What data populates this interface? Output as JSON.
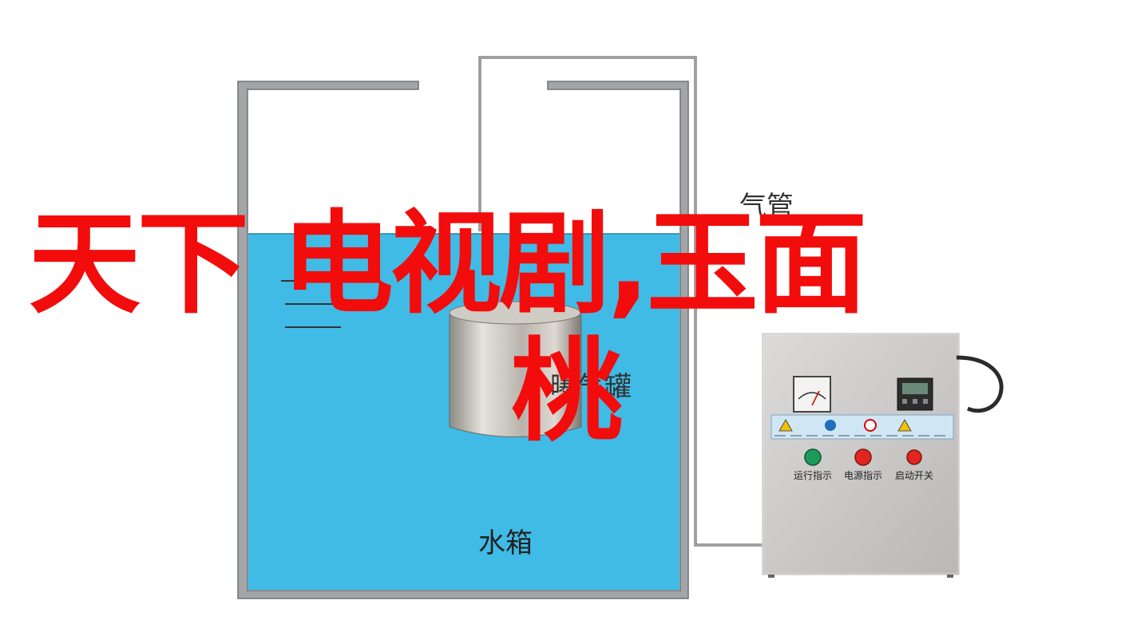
{
  "labels": {
    "tank": "水箱",
    "air_pipe": "气管",
    "exposure_tank": "曝气罐",
    "buttons": [
      "运行指示",
      "电源指示",
      "启动开关"
    ]
  },
  "overlay": {
    "line1": "天下 电视剧,玉面",
    "line2": "桃"
  },
  "colors": {
    "water": "#3fbbe6",
    "frame": "#9ea1a3",
    "overlay_text": "#f20c0c",
    "button_green": "#1e9a5a",
    "button_red": "#e0261f"
  }
}
